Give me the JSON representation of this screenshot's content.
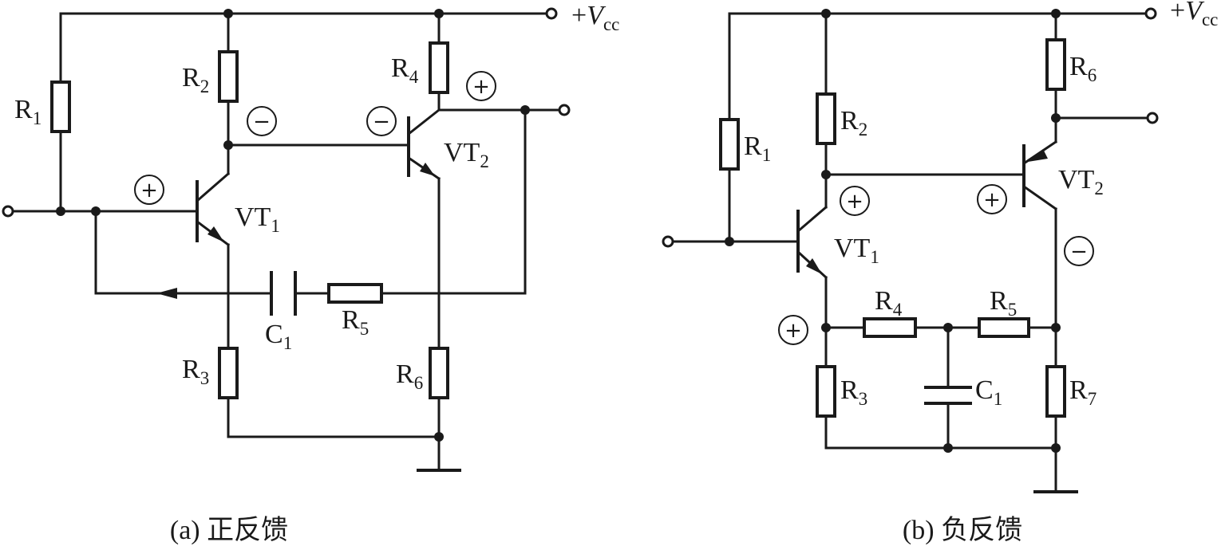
{
  "supply": {
    "plus": "+",
    "v": "V",
    "sub": "cc"
  },
  "polarity": {
    "plus": "+",
    "minus": "−"
  },
  "circuit_a": {
    "caption": "(a) 正反馈",
    "components": {
      "R1": {
        "main": "R",
        "sub": "1"
      },
      "R2": {
        "main": "R",
        "sub": "2"
      },
      "R3": {
        "main": "R",
        "sub": "3"
      },
      "R4": {
        "main": "R",
        "sub": "4"
      },
      "R5": {
        "main": "R",
        "sub": "5"
      },
      "R6": {
        "main": "R",
        "sub": "6"
      },
      "C1": {
        "main": "C",
        "sub": "1"
      },
      "VT1": {
        "main": "VT",
        "sub": "1"
      },
      "VT2": {
        "main": "VT",
        "sub": "2"
      }
    }
  },
  "circuit_b": {
    "caption": "(b) 负反馈",
    "components": {
      "R1": {
        "main": "R",
        "sub": "1"
      },
      "R2": {
        "main": "R",
        "sub": "2"
      },
      "R3": {
        "main": "R",
        "sub": "3"
      },
      "R4": {
        "main": "R",
        "sub": "4"
      },
      "R5": {
        "main": "R",
        "sub": "5"
      },
      "R6": {
        "main": "R",
        "sub": "6"
      },
      "R7": {
        "main": "R",
        "sub": "7"
      },
      "C1": {
        "main": "C",
        "sub": "1"
      },
      "VT1": {
        "main": "VT",
        "sub": "1"
      },
      "VT2": {
        "main": "VT",
        "sub": "2"
      }
    }
  }
}
